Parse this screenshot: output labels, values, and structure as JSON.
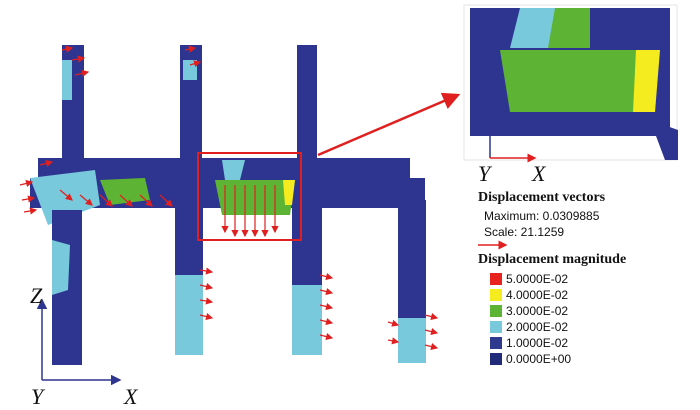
{
  "axes_main": {
    "z": "Z",
    "y": "Y",
    "x": "X"
  },
  "axes_inset": {
    "y": "Y",
    "x": "X"
  },
  "vectors_legend": {
    "title": "Displacement vectors",
    "maximum": "Maximum: 0.0309885",
    "scale": "Scale: 21.1259"
  },
  "magnitude_legend": {
    "title": "Displacement magnitude",
    "entries": [
      {
        "label": "5.0000E-02",
        "color": "#e8231f"
      },
      {
        "label": "4.0000E-02",
        "color": "#f4ec1f"
      },
      {
        "label": "3.0000E-02",
        "color": "#5db333"
      },
      {
        "label": "2.0000E-02",
        "color": "#79c9dc"
      },
      {
        "label": "1.0000E-02",
        "color": "#2e3a8e"
      },
      {
        "label": "0.0000E+00",
        "color": "#222a7a"
      }
    ]
  },
  "colors": {
    "dark_blue": "#2e3590",
    "light_blue": "#79c9dc",
    "green": "#5db333",
    "yellow": "#f4ec1f",
    "red": "#e02020"
  }
}
